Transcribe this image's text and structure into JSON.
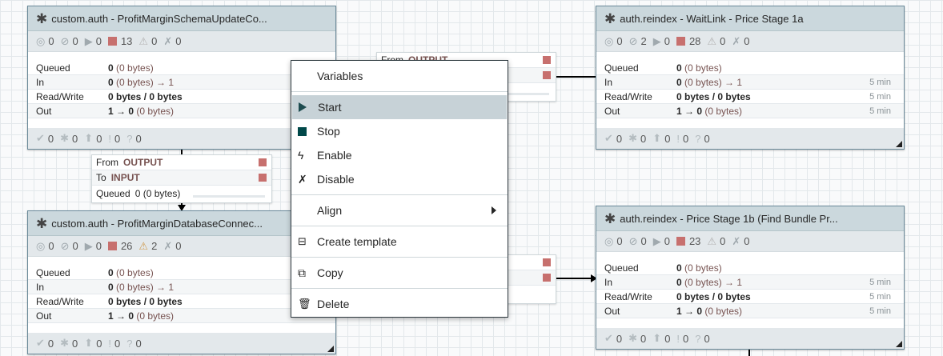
{
  "processors": [
    {
      "id": "p1",
      "title": "custom.auth - ProfitMarginSchemaUpdateCo...",
      "stats": {
        "running": "0",
        "stopped": "0",
        "invalid": "0",
        "disabled": "13",
        "warning": "0",
        "transmit": "0"
      },
      "rows": [
        {
          "k": "Queued",
          "v_bold": "0",
          "v": " (0 bytes)",
          "t": ""
        },
        {
          "k": "In",
          "v_bold": "0",
          "v": " (0 bytes) → 1",
          "t": ""
        },
        {
          "k": "Read/Write",
          "v_bold": "0 bytes / 0 bytes",
          "v": "",
          "t": ""
        },
        {
          "k": "Out",
          "v_bold": "1 → 0",
          "v": " (0 bytes)",
          "t": ""
        }
      ],
      "foot": [
        "0",
        "0",
        "0",
        "0",
        "0"
      ]
    },
    {
      "id": "p2",
      "title": "auth.reindex - WaitLink - Price Stage 1a",
      "stats": {
        "running": "0",
        "stopped": "2",
        "invalid": "0",
        "disabled": "28",
        "warning": "0",
        "transmit": "0"
      },
      "rows": [
        {
          "k": "Queued",
          "v_bold": "0",
          "v": " (0 bytes)",
          "t": ""
        },
        {
          "k": "In",
          "v_bold": "0",
          "v": " (0 bytes) → 1",
          "t": "5 min"
        },
        {
          "k": "Read/Write",
          "v_bold": "0 bytes / 0 bytes",
          "v": "",
          "t": "5 min"
        },
        {
          "k": "Out",
          "v_bold": "1 → 0",
          "v": " (0 bytes)",
          "t": "5 min"
        }
      ],
      "foot": [
        "0",
        "0",
        "0",
        "0",
        "0"
      ]
    },
    {
      "id": "p3",
      "title": "custom.auth - ProfitMarginDatabaseConnec...",
      "stats": {
        "running": "0",
        "stopped": "0",
        "invalid": "0",
        "disabled": "26",
        "warning": "2",
        "transmit": "0"
      },
      "rows": [
        {
          "k": "Queued",
          "v_bold": "0",
          "v": " (0 bytes)",
          "t": ""
        },
        {
          "k": "In",
          "v_bold": "0",
          "v": " (0 bytes) → 1",
          "t": ""
        },
        {
          "k": "Read/Write",
          "v_bold": "0 bytes / 0 bytes",
          "v": "",
          "t": ""
        },
        {
          "k": "Out",
          "v_bold": "1 → 0",
          "v": " (0 bytes)",
          "t": ""
        }
      ],
      "foot": [
        "0",
        "0",
        "0",
        "0",
        "0"
      ]
    },
    {
      "id": "p4",
      "title": "auth.reindex - Price Stage 1b (Find Bundle Pr...",
      "stats": {
        "running": "0",
        "stopped": "0",
        "invalid": "0",
        "disabled": "23",
        "warning": "0",
        "transmit": "0"
      },
      "rows": [
        {
          "k": "Queued",
          "v_bold": "0",
          "v": " (0 bytes)",
          "t": ""
        },
        {
          "k": "In",
          "v_bold": "0",
          "v": " (0 bytes) → 1",
          "t": "5 min"
        },
        {
          "k": "Read/Write",
          "v_bold": "0 bytes / 0 bytes",
          "v": "",
          "t": "5 min"
        },
        {
          "k": "Out",
          "v_bold": "1 → 0",
          "v": " (0 bytes)",
          "t": "5 min"
        }
      ],
      "foot": [
        "0",
        "0",
        "0",
        "0",
        "0"
      ]
    }
  ],
  "connection": {
    "from_label": "From",
    "from_value": "OUTPUT",
    "to_label": "To",
    "to_value": "INPUT",
    "queued_label": "Queued",
    "queued_value": "0 (0 bytes)"
  },
  "menu": {
    "variables": "Variables",
    "start": "Start",
    "stop": "Stop",
    "enable": "Enable",
    "disable": "Disable",
    "align": "Align",
    "create_template": "Create template",
    "copy": "Copy",
    "delete": "Delete"
  },
  "colors": {
    "disabled_count": "#c7706e",
    "warning_active": "#d09d52",
    "menu_hover": "#c7d2d7",
    "header": "#cbd8dd"
  }
}
